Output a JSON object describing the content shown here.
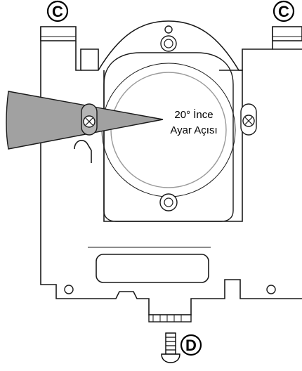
{
  "callouts": {
    "c_left": "C",
    "c_right": "C",
    "d_bottom": "D"
  },
  "angle_label": {
    "line1": "20° İnce",
    "line2": "Ayar Açısı"
  },
  "colors": {
    "line": "#1a1a1a",
    "wedge_fill": "#9a9a9a",
    "wedge_light": "#c8c8c8",
    "screw_shade": "#b5b5b5"
  }
}
